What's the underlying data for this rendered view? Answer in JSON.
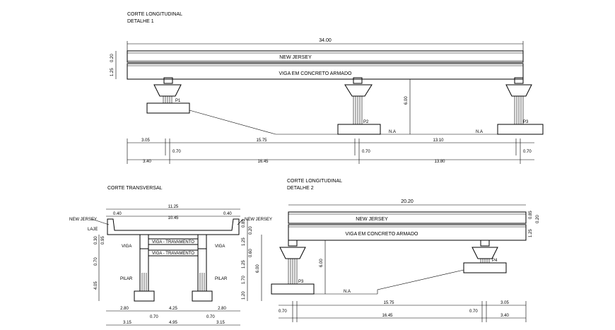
{
  "detail1": {
    "title": "CORTE LONGITUDINAL",
    "subtitle": "DETALHE 1",
    "total_length": "34.00",
    "deck_label": "NEW JERSEY",
    "beam_label": "VIGA EM CONCRETO ARMADO",
    "h_top": "0.20",
    "h_beam": "1.25",
    "height": "6.00",
    "piers": [
      "P1",
      "P2",
      "P3"
    ],
    "na": [
      "N.A",
      "N.A"
    ],
    "dims_row1": [
      "3.05",
      "15.75",
      "13.10"
    ],
    "dims_gap": [
      "0.70",
      "0.70",
      "0.70"
    ],
    "dims_row2": [
      "3.40",
      "16.45",
      "13.80"
    ]
  },
  "transversal": {
    "title": "CORTE TRANSVERSAL",
    "total_width": "11.25",
    "inner_width": "10.45",
    "edge_left": "0.40",
    "edge_right": "0.40",
    "new_jersey_left": "NEW JERSEY",
    "new_jersey_right": "NEW JERSEY",
    "laje": "LAJE",
    "viga_left": "VIGA",
    "viga_right": "VIGA",
    "travamento_top": "VIGA - TRAVAMENTO",
    "travamento_bottom": "VIGA - TRAVAMENTO",
    "pilar_left": "PILAR",
    "pilar_right": "PILAR",
    "left_dims": [
      "0.30",
      "0.95",
      "0.70",
      "4.05"
    ],
    "right_dims": [
      "0.85",
      "0.20",
      "1.25",
      "0.60",
      "1.25",
      "1.70",
      "1.20"
    ],
    "height": "6.00",
    "bottom_row1": [
      "2.80",
      "4.25",
      "2.80"
    ],
    "bottom_gap": [
      "0.70",
      "0.70"
    ],
    "bottom_row2": [
      "3.15",
      "4.95",
      "3.15"
    ]
  },
  "detail2": {
    "title": "CORTE LONGITUDINAL",
    "subtitle": "DETALHE 2",
    "total_length": "20.20",
    "deck_label": "NEW JERSEY",
    "beam_label": "VIGA EM CONCRETO ARMADO",
    "h_top": "0.85",
    "h_deck": "0.20",
    "h_beam": "1.25",
    "height": "6.00",
    "piers": [
      "P3",
      "P4"
    ],
    "na": "N.A",
    "dims_row1": [
      "15.75",
      "3.05"
    ],
    "dims_gap": [
      "0.70",
      "0.70"
    ],
    "dims_row2": [
      "16.45",
      "3.40"
    ]
  }
}
